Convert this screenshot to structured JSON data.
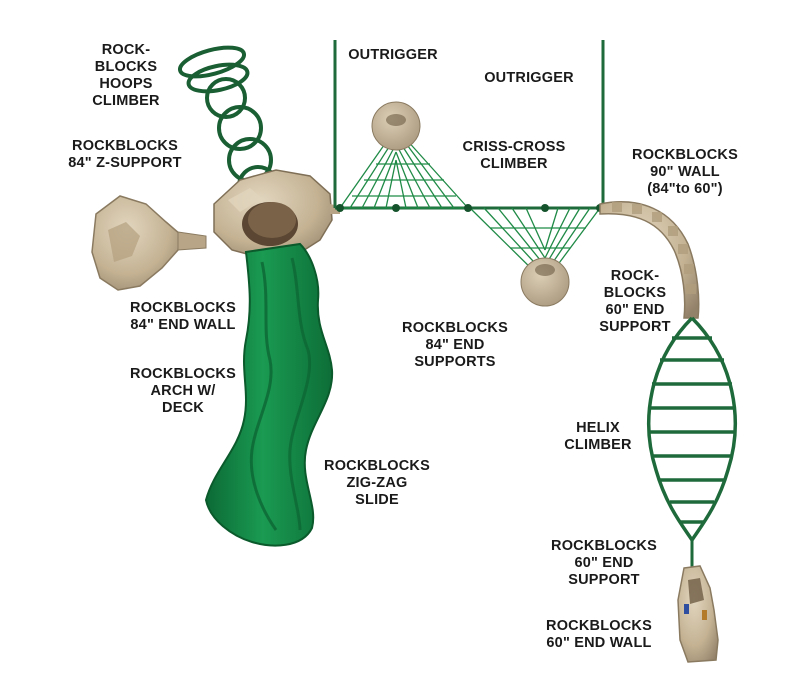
{
  "colors": {
    "green": "#1f7a3f",
    "green_dark": "#0f5a2a",
    "slide_green": "#138a45",
    "rock": "#cbb99a",
    "rock_dark": "#8d7c62"
  },
  "labels": {
    "hoops_climber": [
      "ROCK-",
      "BLOCKS",
      "HOOPS",
      "CLIMBER"
    ],
    "z_support": [
      "ROCKBLOCKS",
      "84\" Z-SUPPORT"
    ],
    "end_wall_84": [
      "ROCKBLOCKS",
      "84\" END WALL"
    ],
    "arch_deck": [
      "ROCKBLOCKS",
      "ARCH W/",
      "DECK"
    ],
    "zigzag_slide": [
      "ROCKBLOCKS",
      "ZIG-ZAG",
      "SLIDE"
    ],
    "outrigger_1": [
      "OUTRIGGER"
    ],
    "outrigger_2": [
      "OUTRIGGER"
    ],
    "criss_cross": [
      "CRISS-CROSS",
      "CLIMBER"
    ],
    "end_supports_84": [
      "ROCKBLOCKS",
      "84\" END",
      "SUPPORTS"
    ],
    "wall_90": [
      "ROCKBLOCKS",
      "90\" WALL",
      "(84\"to 60\")"
    ],
    "end_support_60_top": [
      "ROCK-",
      "BLOCKS",
      "60\" END",
      "SUPPORT"
    ],
    "helix_climber": [
      "HELIX",
      "CLIMBER"
    ],
    "end_support_60_bottom": [
      "ROCKBLOCKS",
      "60\" END",
      "SUPPORT"
    ],
    "end_wall_60": [
      "ROCKBLOCKS",
      "60\" END WALL"
    ]
  }
}
